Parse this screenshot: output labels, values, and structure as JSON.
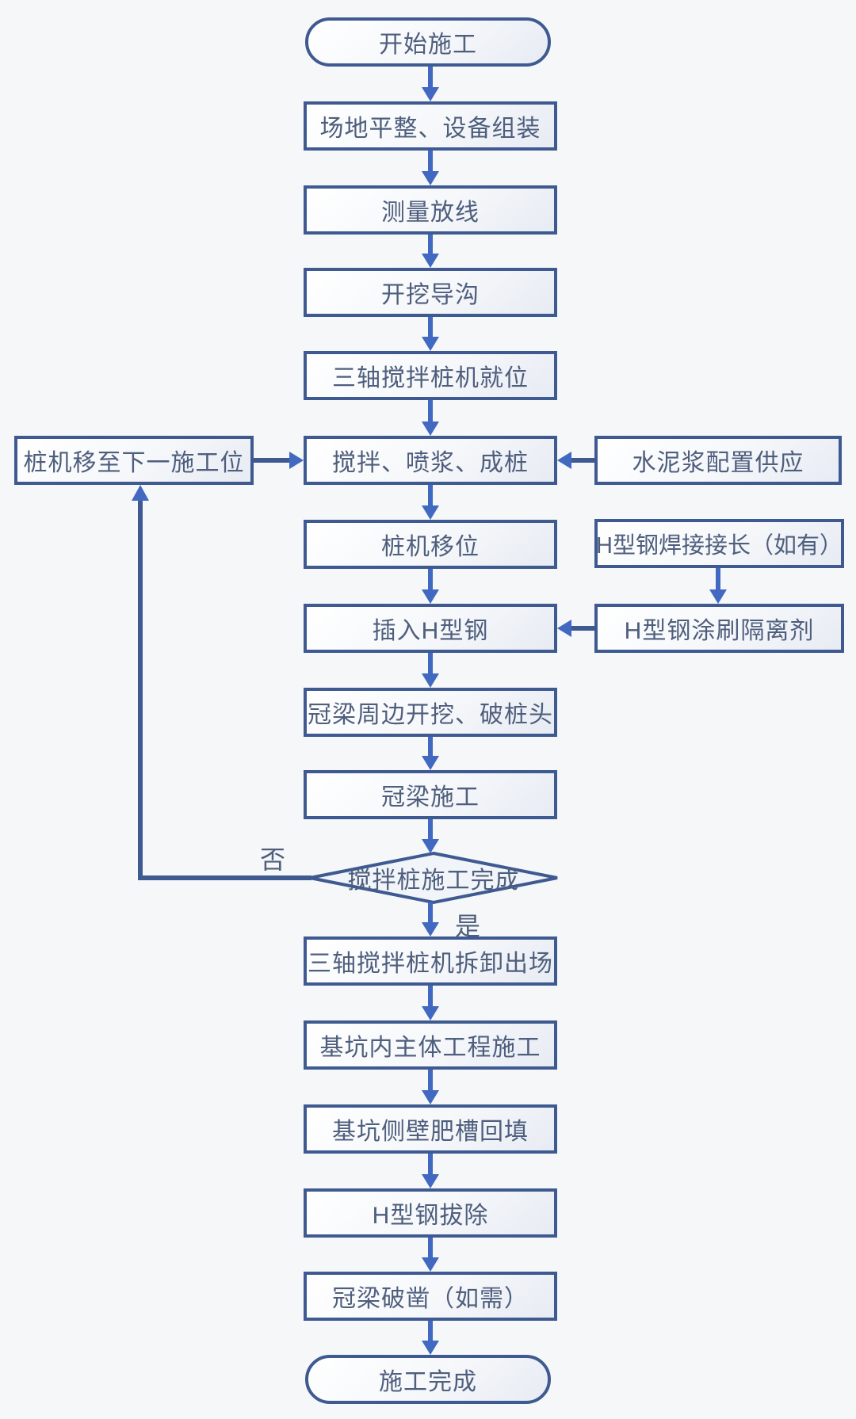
{
  "diagram": {
    "type": "flowchart",
    "language": "zh-CN",
    "colors": {
      "background": "#f6f7f8",
      "node_border": "#3e5a91",
      "node_fill_light": "#ffffff",
      "node_fill_shade": "#e7ebf3",
      "arrow": "#4169c1",
      "text": "#4e5e7d"
    },
    "nodes": {
      "start": {
        "label": "开始施工",
        "shape": "terminator"
      },
      "site_prep": {
        "label": "场地平整、设备组装",
        "shape": "process"
      },
      "survey": {
        "label": "测量放线",
        "shape": "process"
      },
      "dig_guide_trench": {
        "label": "开挖导沟",
        "shape": "process"
      },
      "rig_in_place": {
        "label": "三轴搅拌桩机就位",
        "shape": "process"
      },
      "mix_spray_pile": {
        "label": "搅拌、喷浆、成桩",
        "shape": "process"
      },
      "rig_shift": {
        "label": "桩机移位",
        "shape": "process"
      },
      "insert_h_steel": {
        "label": "插入H型钢",
        "shape": "process"
      },
      "cap_excavate": {
        "label": "冠梁周边开挖、破桩头",
        "shape": "process"
      },
      "cap_beam": {
        "label": "冠梁施工",
        "shape": "process"
      },
      "decision_done": {
        "label": "搅拌桩施工完成",
        "shape": "decision"
      },
      "rig_out": {
        "label": "三轴搅拌桩机拆卸出场",
        "shape": "process"
      },
      "main_structure": {
        "label": "基坑内主体工程施工",
        "shape": "process"
      },
      "backfill": {
        "label": "基坑侧壁肥槽回填",
        "shape": "process"
      },
      "pull_h_steel": {
        "label": "H型钢拔除",
        "shape": "process"
      },
      "cap_demolish": {
        "label": "冠梁破凿（如需）",
        "shape": "process"
      },
      "end": {
        "label": "施工完成",
        "shape": "terminator"
      },
      "move_next_position": {
        "label": "桩机移至下一施工位",
        "shape": "process"
      },
      "cement_supply": {
        "label": "水泥浆配置供应",
        "shape": "process"
      },
      "h_steel_weld": {
        "label": "H型钢焊接接长（如有）",
        "shape": "process"
      },
      "h_steel_coat": {
        "label": "H型钢涂刷隔离剂",
        "shape": "process"
      }
    },
    "branch_labels": {
      "no": "否",
      "yes": "是"
    },
    "edges": [
      {
        "from": "start",
        "to": "site_prep",
        "label": ""
      },
      {
        "from": "site_prep",
        "to": "survey",
        "label": ""
      },
      {
        "from": "survey",
        "to": "dig_guide_trench",
        "label": ""
      },
      {
        "from": "dig_guide_trench",
        "to": "rig_in_place",
        "label": ""
      },
      {
        "from": "rig_in_place",
        "to": "mix_spray_pile",
        "label": ""
      },
      {
        "from": "move_next_position",
        "to": "mix_spray_pile",
        "label": ""
      },
      {
        "from": "cement_supply",
        "to": "mix_spray_pile",
        "label": ""
      },
      {
        "from": "mix_spray_pile",
        "to": "rig_shift",
        "label": ""
      },
      {
        "from": "rig_shift",
        "to": "insert_h_steel",
        "label": ""
      },
      {
        "from": "h_steel_weld",
        "to": "h_steel_coat",
        "label": ""
      },
      {
        "from": "h_steel_coat",
        "to": "insert_h_steel",
        "label": ""
      },
      {
        "from": "insert_h_steel",
        "to": "cap_excavate",
        "label": ""
      },
      {
        "from": "cap_excavate",
        "to": "cap_beam",
        "label": ""
      },
      {
        "from": "cap_beam",
        "to": "decision_done",
        "label": ""
      },
      {
        "from": "decision_done",
        "to": "move_next_position",
        "label": "否"
      },
      {
        "from": "decision_done",
        "to": "rig_out",
        "label": "是"
      },
      {
        "from": "rig_out",
        "to": "main_structure",
        "label": ""
      },
      {
        "from": "main_structure",
        "to": "backfill",
        "label": ""
      },
      {
        "from": "backfill",
        "to": "pull_h_steel",
        "label": ""
      },
      {
        "from": "pull_h_steel",
        "to": "cap_demolish",
        "label": ""
      },
      {
        "from": "cap_demolish",
        "to": "end",
        "label": ""
      }
    ]
  }
}
